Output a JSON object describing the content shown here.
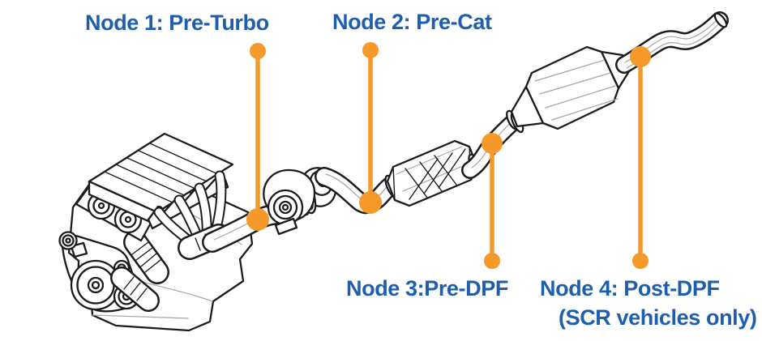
{
  "nodes": [
    {
      "id": "node-1",
      "label": "Node 1: Pre-Turbo"
    },
    {
      "id": "node-2",
      "label": "Node 2: Pre-Cat"
    },
    {
      "id": "node-3",
      "label": "Node 3:Pre-DPF"
    },
    {
      "id": "node-4",
      "label": "Node 4: Post-DPF",
      "sublabel": "(SCR vehicles only)"
    }
  ],
  "illustration": {
    "components": [
      "engine-block",
      "belt-and-pulleys",
      "cylinder-head",
      "valve-cover",
      "exhaust-manifold",
      "downpipe",
      "turbocharger",
      "catalytic-converter",
      "mid-pipe",
      "diesel-particulate-filter",
      "tailpipe"
    ]
  },
  "colors": {
    "label": "#1e5ead",
    "callout": "#f6992b",
    "ink": "#1c1c1c",
    "detail": "#a5a5a5",
    "background": "#ffffff"
  }
}
